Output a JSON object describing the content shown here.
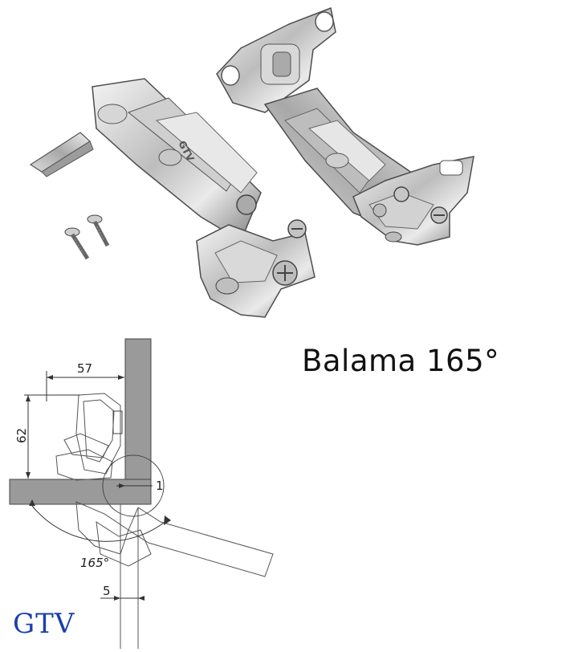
{
  "title": "Balama 165°",
  "brand": "GTV",
  "photo_stamp": "GTV",
  "dimensions": {
    "width_label": "57",
    "height_label": "62",
    "gap_label": "1",
    "offset_label": "5",
    "angle_label": "165°"
  },
  "colors": {
    "board": "#9a9a9a",
    "metal_light": "#e2e2e2",
    "metal_dark": "#6b6b6b",
    "logo": "#1b3fae"
  }
}
